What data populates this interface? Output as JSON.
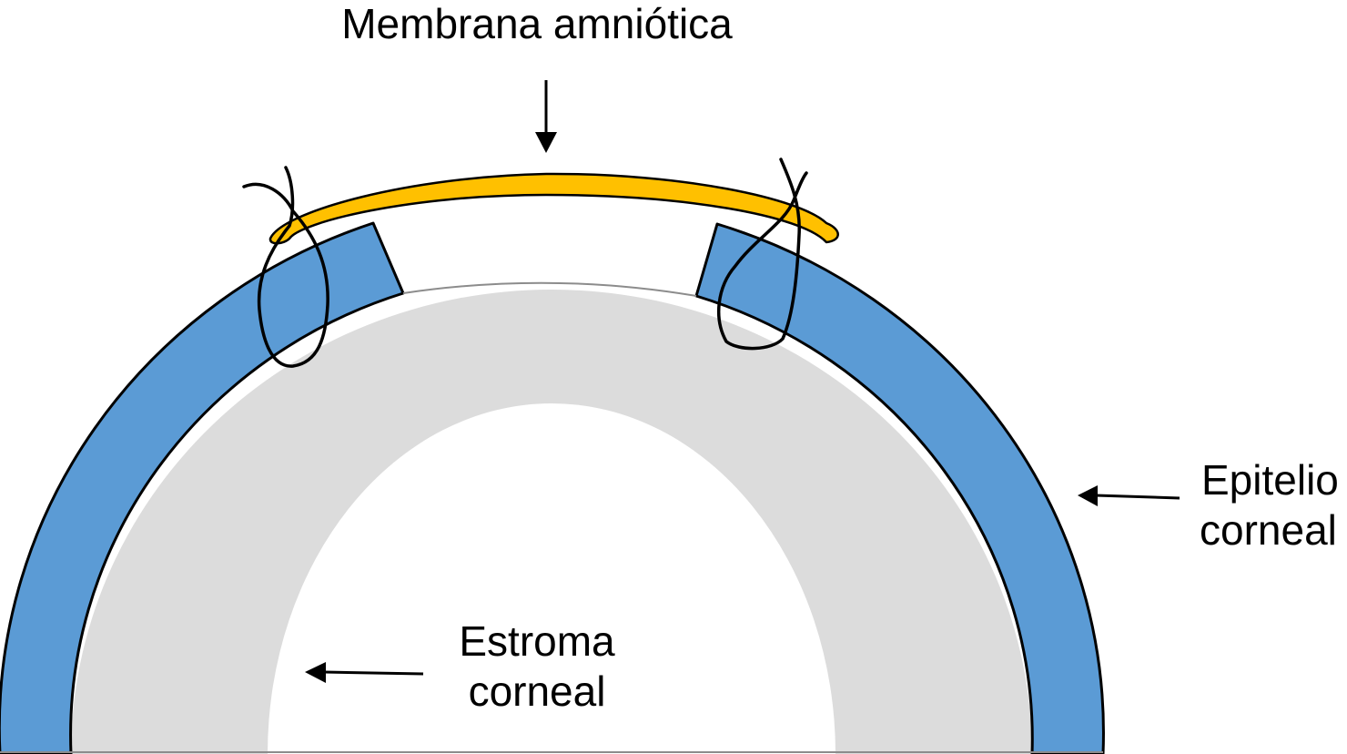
{
  "labels": {
    "amniotic_membrane": "Membrana amniótica",
    "epithelium_line1": "Epitelio",
    "epithelium_line2": "corneal",
    "stroma_line1": "Estroma",
    "stroma_line2": "corneal"
  },
  "colors": {
    "epithelium": "#5b9bd5",
    "stroma": "#dcdcdc",
    "membrane": "#ffc000",
    "outline": "#000000",
    "background": "#ffffff"
  }
}
